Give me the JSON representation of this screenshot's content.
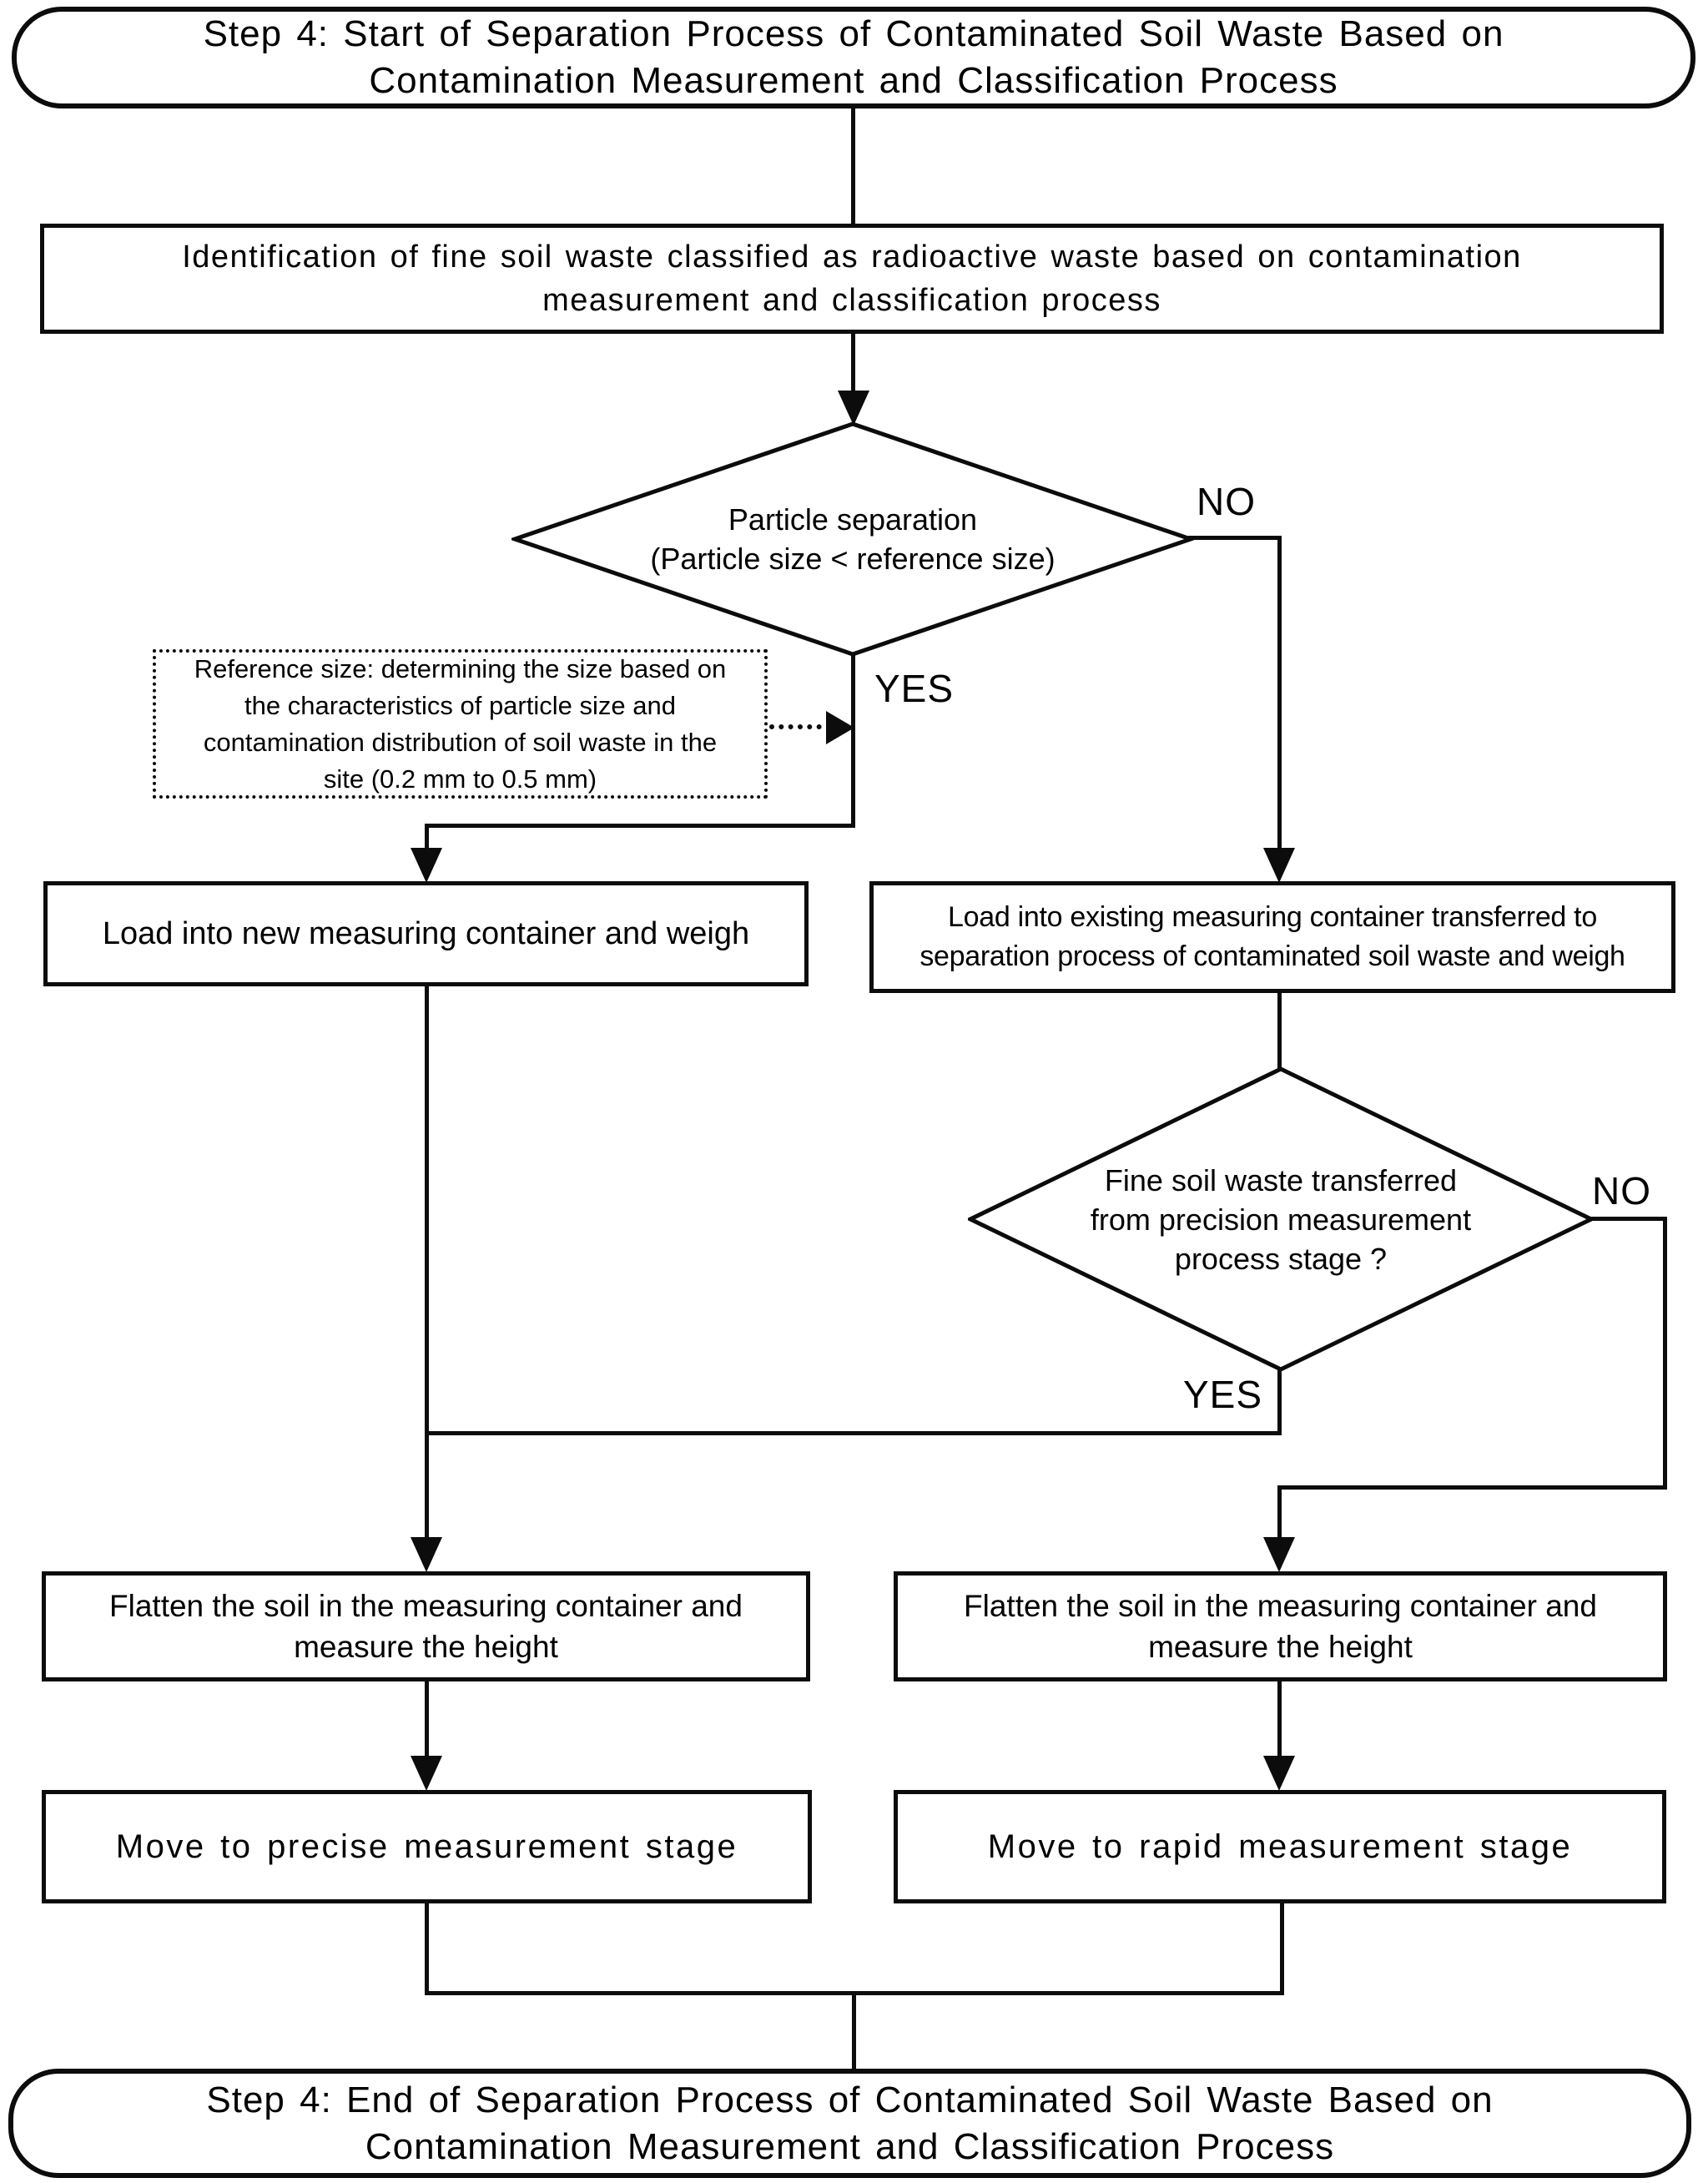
{
  "flowchart": {
    "start_terminator": {
      "lines": [
        "Step 4: Start of Separation Process of Contaminated Soil Waste Based on",
        "Contamination Measurement and Classification Process"
      ]
    },
    "nodes": {
      "identify": {
        "lines": [
          "Identification of fine soil waste classified as radioactive waste based on contamination",
          "measurement and classification process"
        ]
      },
      "particle_decision": {
        "lines": [
          "Particle separation",
          "(Particle size < reference size)"
        ]
      },
      "reference_note": {
        "lines": [
          "Reference size: determining the size based on",
          "the characteristics of particle size and",
          "contamination distribution of soil waste in the",
          "site (0.2 mm to 0.5 mm)"
        ]
      },
      "load_new": {
        "lines": [
          "Load into new measuring container and weigh"
        ]
      },
      "load_existing": {
        "lines": [
          "Load into existing measuring container transferred to",
          "separation process of contaminated soil waste and weigh"
        ]
      },
      "fine_decision": {
        "lines": [
          "Fine soil waste transferred",
          "from precision measurement",
          "process stage ?"
        ]
      },
      "flatten_left": {
        "lines": [
          "Flatten the soil in the measuring container and",
          "measure the height"
        ]
      },
      "flatten_right": {
        "lines": [
          "Flatten the soil in the measuring container and",
          "measure the height"
        ]
      },
      "move_precise": {
        "lines": [
          "Move to precise measurement stage"
        ]
      },
      "move_rapid": {
        "lines": [
          "Move to rapid measurement stage"
        ]
      }
    },
    "edge_labels": {
      "particle_no": "NO",
      "particle_yes": "YES",
      "fine_no": "NO",
      "fine_yes": "YES"
    },
    "end_terminator": {
      "lines": [
        "Step 4: End of Separation Process of Contaminated Soil Waste Based on",
        "Contamination Measurement and Classification Process"
      ]
    },
    "colors": {
      "stroke": "#0c0c0c",
      "background": "#ffffff"
    }
  }
}
